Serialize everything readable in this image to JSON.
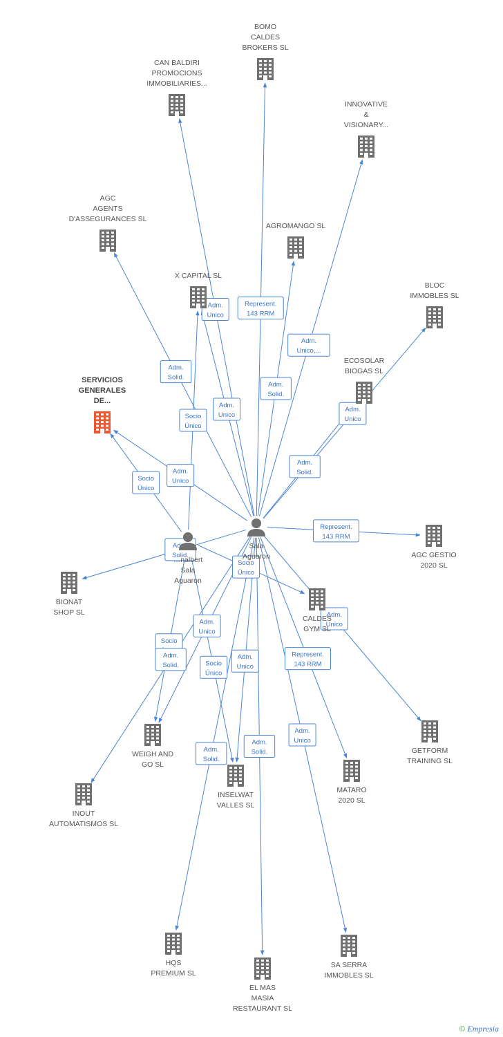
{
  "colors": {
    "edge": "#4a86d4",
    "building": "#707070",
    "building_focus": "#f0572e",
    "person": "#707070"
  },
  "people": [
    {
      "id": "p1",
      "label": [
        "Sala",
        "Aguaron"
      ]
    },
    {
      "id": "p2",
      "label": [
        "…nalbert",
        "Sala",
        "Aguaron"
      ]
    }
  ],
  "companies": [
    {
      "id": "bomo",
      "label": [
        "BOMO",
        "CALDES",
        "BROKERS SL"
      ]
    },
    {
      "id": "canbaldiri",
      "label": [
        "CAN BALDIRI",
        "PROMOCIONS",
        "IMMOBILIARIES..."
      ]
    },
    {
      "id": "innovative",
      "label": [
        "INNOVATIVE",
        "&",
        "VISIONARY..."
      ]
    },
    {
      "id": "agc",
      "label": [
        "AGC",
        "AGENTS",
        "D'ASSEGURANCES SL"
      ]
    },
    {
      "id": "agromango",
      "label": [
        "AGROMANGO SL"
      ]
    },
    {
      "id": "xcapital",
      "label": [
        "X CAPITAL SL"
      ]
    },
    {
      "id": "bloc",
      "label": [
        "BLOC",
        "IMMOBLES SL"
      ]
    },
    {
      "id": "ecosolar",
      "label": [
        "ECOSOLAR",
        "BIOGAS SL"
      ]
    },
    {
      "id": "servicios",
      "label": [
        "SERVICIOS",
        "GENERALES",
        "DE..."
      ],
      "focus": true
    },
    {
      "id": "agcgestio",
      "label": [
        "AGC GESTIO",
        "2020 SL"
      ]
    },
    {
      "id": "bionat",
      "label": [
        "BIONAT",
        "SHOP SL"
      ]
    },
    {
      "id": "caldesgym",
      "label": [
        "CALDES",
        "GYM SL"
      ]
    },
    {
      "id": "getform",
      "label": [
        "GETFORM",
        "TRAINING SL"
      ]
    },
    {
      "id": "weigh",
      "label": [
        "WEIGH AND",
        "GO SL"
      ]
    },
    {
      "id": "inout",
      "label": [
        "INOUT",
        "AUTOMATISMOS SL"
      ]
    },
    {
      "id": "inselwat",
      "label": [
        "INSELWAT",
        "VALLES SL"
      ]
    },
    {
      "id": "mataro",
      "label": [
        "MATARO",
        "2020 SL"
      ]
    },
    {
      "id": "hqs",
      "label": [
        "HQS",
        "PREMIUM SL"
      ]
    },
    {
      "id": "elmas",
      "label": [
        "EL MAS",
        "MASIA",
        "RESTAURANT SL"
      ]
    },
    {
      "id": "saserra",
      "label": [
        "SA SERRA",
        "IMMOBLES SL"
      ]
    }
  ],
  "edges": [
    {
      "from": "p1",
      "to": "bomo",
      "label": [
        "Represent.",
        "143 RRM"
      ]
    },
    {
      "from": "p1",
      "to": "canbaldiri",
      "label": [
        "Adm.",
        "Unico"
      ]
    },
    {
      "from": "p1",
      "to": "innovative",
      "label": [
        "Adm.",
        "Unico,..."
      ]
    },
    {
      "from": "p1",
      "to": "agc",
      "label": [
        "Adm.",
        "Solid."
      ]
    },
    {
      "from": "p1",
      "to": "agromango",
      "label": [
        "Adm.",
        "Solid."
      ]
    },
    {
      "from": "p1",
      "to": "xcapital",
      "label": [
        "Adm.",
        "Unico"
      ]
    },
    {
      "from": "p1",
      "to": "bloc",
      "label": [
        "Adm.",
        "Unico"
      ]
    },
    {
      "from": "p1",
      "to": "ecosolar",
      "label": [
        "Adm.",
        "Solid."
      ]
    },
    {
      "from": "p1",
      "to": "servicios",
      "label": [
        "Adm.",
        "Unico"
      ]
    },
    {
      "from": "p2",
      "to": "xcapital",
      "label": [
        "Socio",
        "Único"
      ]
    },
    {
      "from": "p2",
      "to": "servicios",
      "label": [
        "Socio",
        "Único"
      ]
    },
    {
      "from": "p1",
      "to": "agcgestio",
      "label": [
        "Represent.",
        "143 RRM"
      ]
    },
    {
      "from": "p1",
      "to": "bionat",
      "label": [
        "Adm.",
        "Solid."
      ]
    },
    {
      "from": "p2",
      "to": "caldesgym",
      "label": [
        "Socio",
        "Único"
      ]
    },
    {
      "from": "p1",
      "to": "getform",
      "label": [
        "Adm.",
        "Unico"
      ]
    },
    {
      "from": "p1",
      "to": "weigh",
      "label": [
        "Adm.",
        "Unico"
      ]
    },
    {
      "from": "p2",
      "to": "weigh",
      "label": [
        "Socio",
        "Único"
      ]
    },
    {
      "from": "p1",
      "to": "inout",
      "label": [
        "Adm.",
        "Solid."
      ]
    },
    {
      "from": "p1",
      "to": "inselwat",
      "label": [
        "Adm.",
        "Unico"
      ]
    },
    {
      "from": "p2",
      "to": "inselwat",
      "label": [
        "Socio",
        "Único"
      ]
    },
    {
      "from": "p1",
      "to": "mataro",
      "label": [
        "Represent.",
        "143 RRM"
      ]
    },
    {
      "from": "p1",
      "to": "hqs",
      "label": [
        "Adm.",
        "Solid."
      ]
    },
    {
      "from": "p1",
      "to": "elmas",
      "label": [
        "Adm.",
        "Solid."
      ]
    },
    {
      "from": "p1",
      "to": "saserra",
      "label": [
        "Adm.",
        "Unico"
      ]
    }
  ],
  "footer": {
    "copyright": "©",
    "brand": "Empresia"
  }
}
